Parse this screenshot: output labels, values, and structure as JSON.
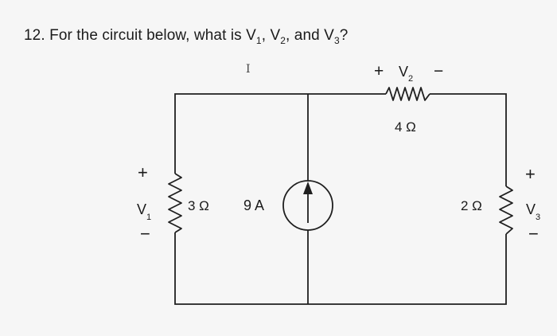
{
  "question": {
    "number": "12.",
    "text_pre": "For the circuit below, what is V",
    "v1_sub": "1",
    "sep1": ", V",
    "v2_sub": "2",
    "sep2": ", and V",
    "v3_sub": "3",
    "text_post": "?"
  },
  "cursor_glyph": "I",
  "circuit": {
    "r1_label": "3 Ω",
    "r2_label": "4 Ω",
    "r3_label": "2 Ω",
    "source_label": "9 A",
    "v1": {
      "plus": "+",
      "name": "V",
      "sub": "1",
      "minus": "−"
    },
    "v2": {
      "plus": "+",
      "name": "V",
      "sub": "2",
      "minus": "−"
    },
    "v3": {
      "plus": "+",
      "name": "V",
      "sub": "3",
      "minus": "−"
    },
    "colors": {
      "ink": "#1f1f1f",
      "background": "#f6f6f6"
    }
  }
}
